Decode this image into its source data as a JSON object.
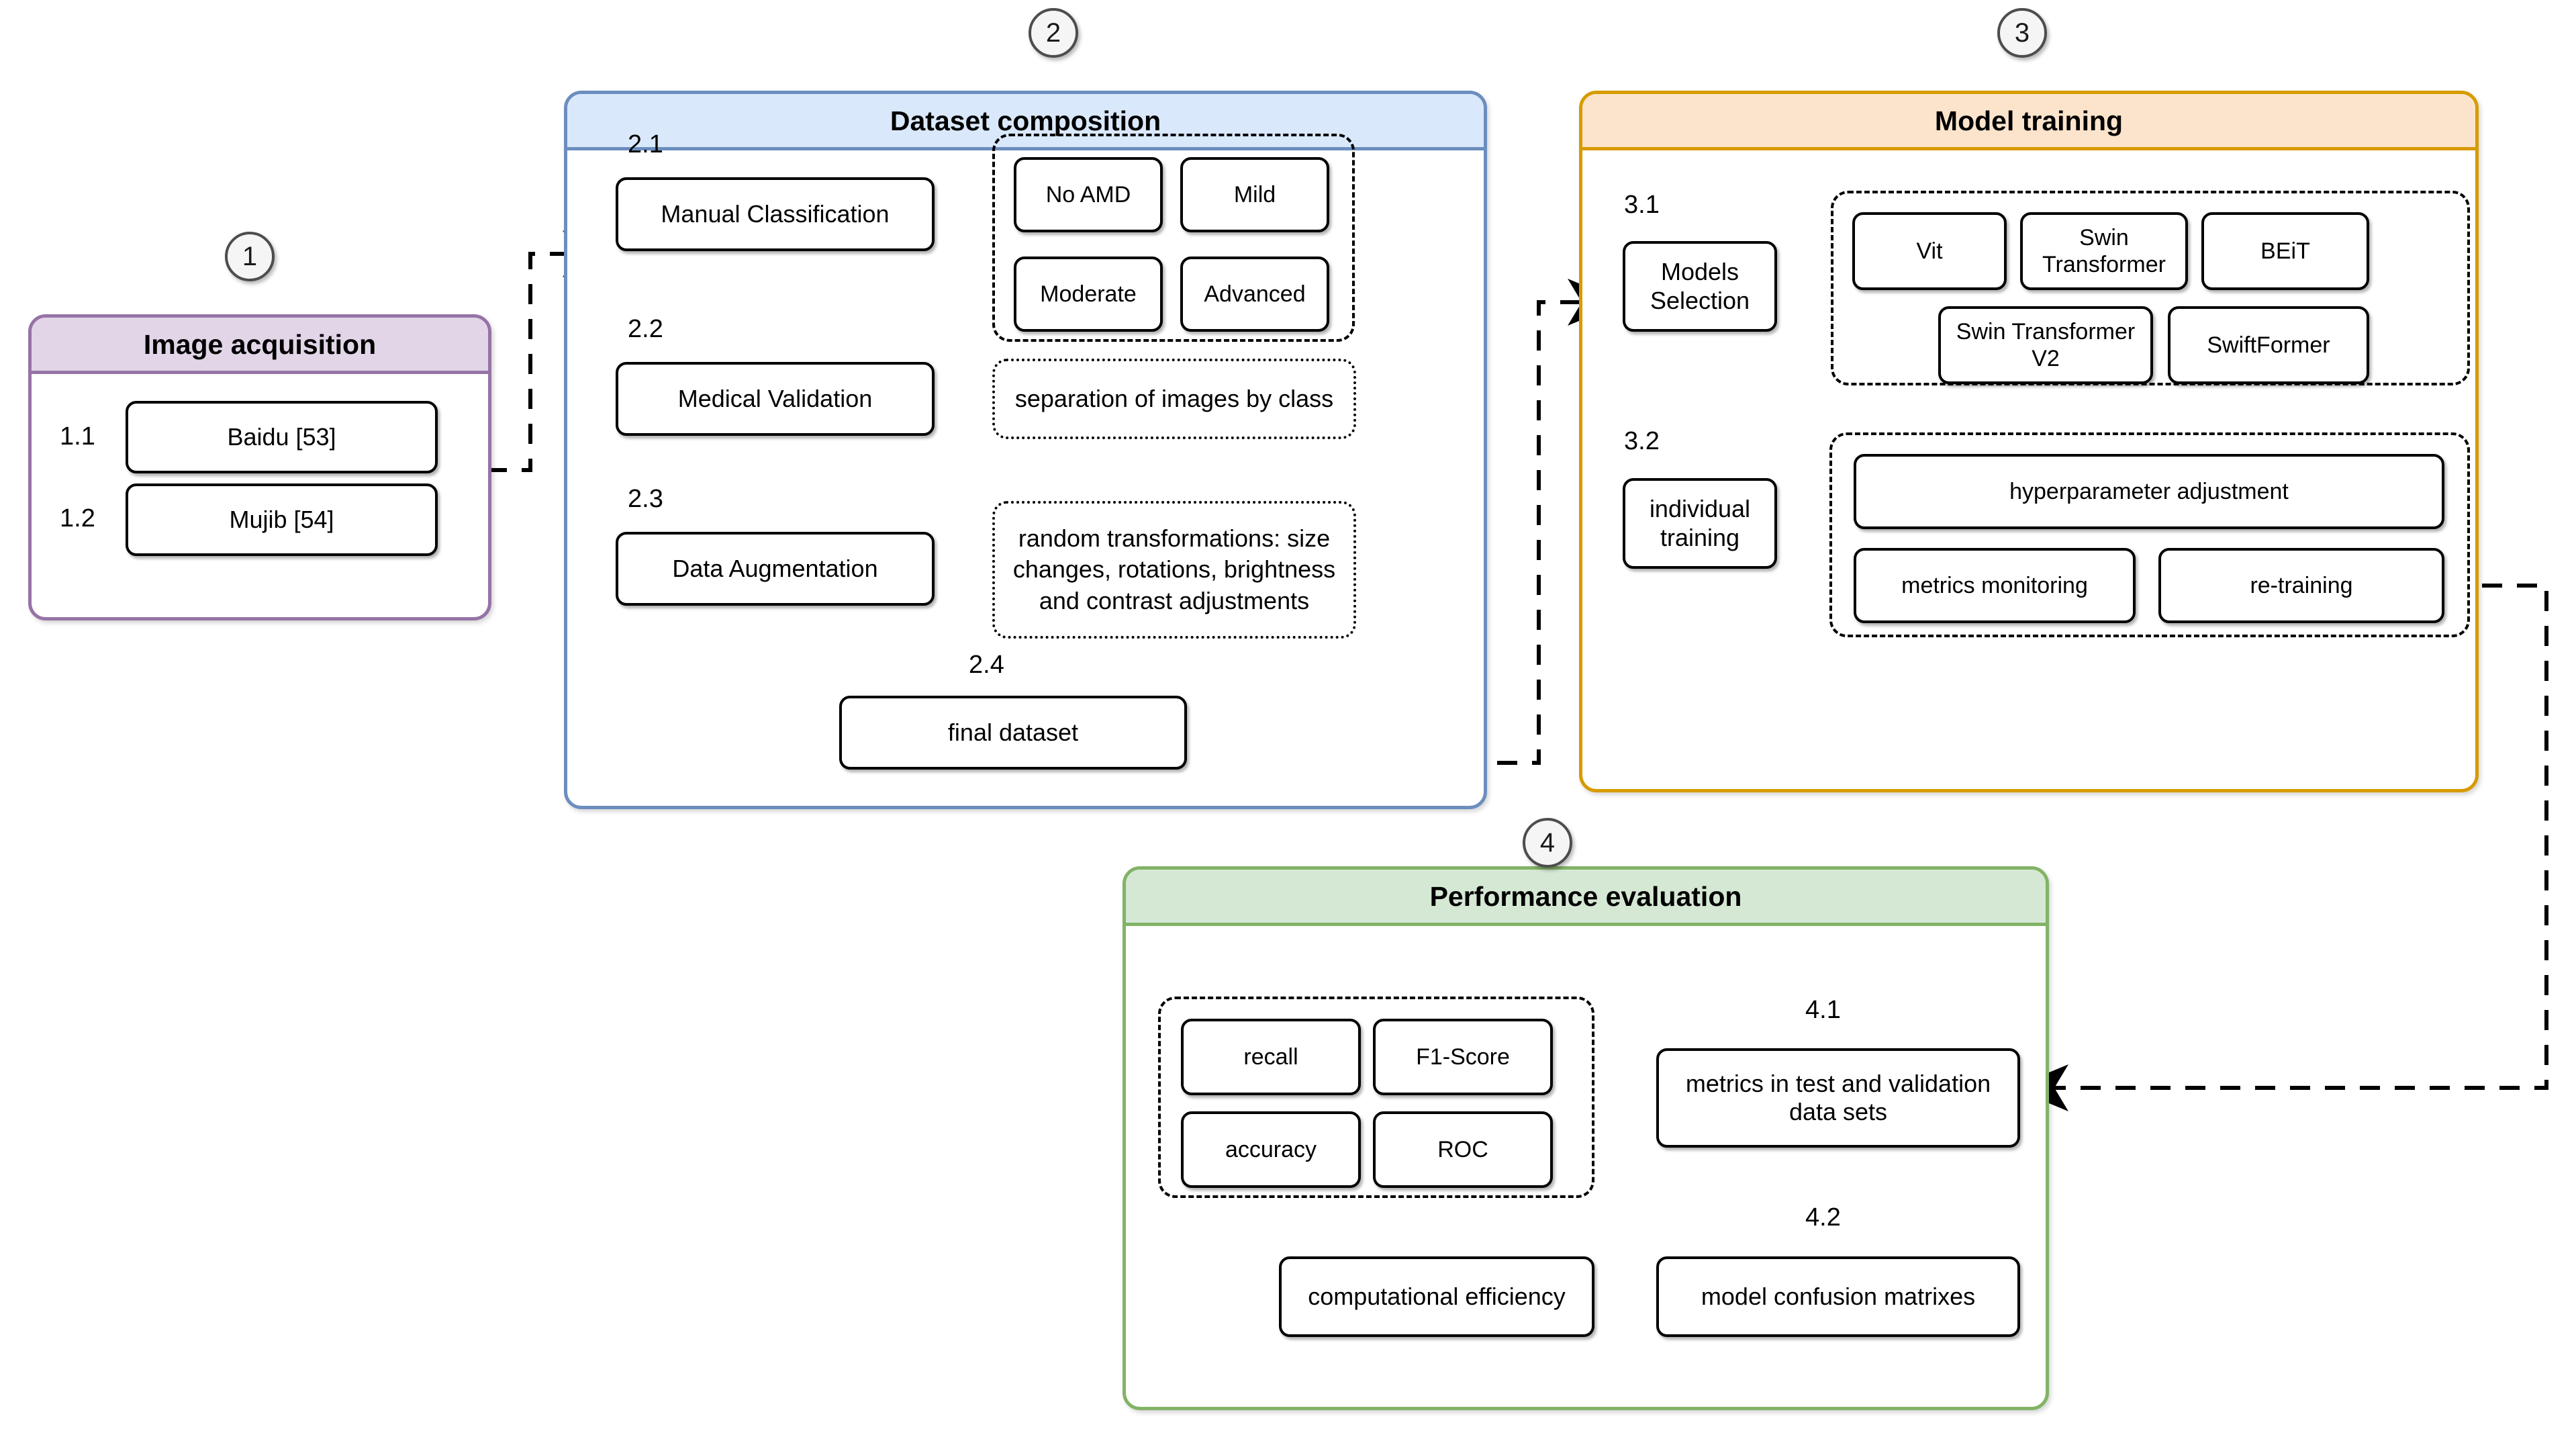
{
  "figure": {
    "title": "AMD image-classification research pipeline",
    "colors": {
      "stage1_fill": "#E1D5E7",
      "stage1_border": "#9673A6",
      "stage2_fill": "#DAE8FC",
      "stage2_border": "#6C8EBF",
      "stage3_fill": "#FCE4CC",
      "stage3_border": "#D79B00",
      "stage4_fill": "#D5E8D4",
      "stage4_border": "#82B366",
      "node_border": "#000000",
      "node_fill": "#FFFFFF",
      "connector": "#000000",
      "badge_fill": "#F5F5F5",
      "badge_border": "#4D4D4D"
    }
  },
  "badges": {
    "one": "1",
    "two": "2",
    "three": "3",
    "four": "4"
  },
  "stage1": {
    "title": "Image acquisition",
    "steps": [
      {
        "num": "1.1",
        "label": "Baidu [53]"
      },
      {
        "num": "1.2",
        "label": "Mujib [54]"
      }
    ]
  },
  "stage2": {
    "title": "Dataset composition",
    "steps": [
      {
        "num": "2.1",
        "label": "Manual Classification"
      },
      {
        "num": "2.2",
        "label": "Medical Validation"
      },
      {
        "num": "2.3",
        "label": "Data Augmentation"
      },
      {
        "num": "2.4",
        "label": "final dataset"
      }
    ],
    "classes": [
      "No AMD",
      "Mild",
      "Moderate",
      "Advanced"
    ],
    "validation_note": "separation of images by class",
    "augmentation_note": "random transformations: size changes, rotations, brightness and contrast adjustments"
  },
  "stage3": {
    "title": "Model training",
    "steps": [
      {
        "num": "3.1",
        "label": "Models Selection"
      },
      {
        "num": "3.2",
        "label": "individual training"
      }
    ],
    "models": [
      "Vit",
      "Swin Transformer",
      "BEiT",
      "Swin Transformer V2",
      "SwiftFormer"
    ],
    "training_tasks": [
      "hyperparameter adjustment",
      "metrics monitoring",
      "re-training"
    ]
  },
  "stage4": {
    "title": "Performance evaluation",
    "steps": [
      {
        "num": "4.1",
        "label": "metrics in test and validation data sets"
      },
      {
        "num": "4.2",
        "label": "model confusion matrixes"
      }
    ],
    "metrics": [
      "recall",
      "F1-Score",
      "accuracy",
      "ROC"
    ],
    "efficiency_label": "computational efficiency"
  }
}
